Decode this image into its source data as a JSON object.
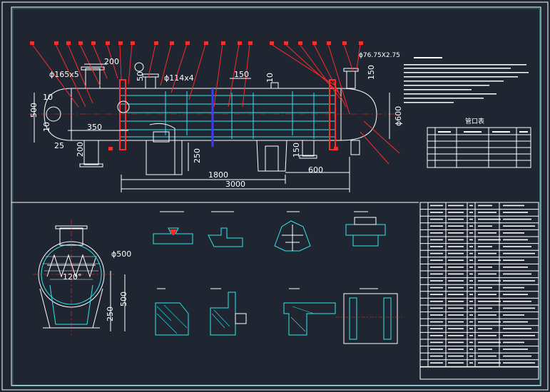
{
  "dims": {
    "d200_top": "200",
    "d165": "ϕ165x5",
    "d114": "ϕ114x4",
    "d150_top": "150",
    "d10_top": "10",
    "d150_nozzle": "150",
    "d76": "ϕ76.75X2.75",
    "d50_left": "50",
    "d10_left": "10",
    "d500_left": "500",
    "d10_inner": "10",
    "d350": "350",
    "d25": "25",
    "d200_low": "200",
    "d250": "250",
    "d1800": "1800",
    "d3000": "3000",
    "d600": "600",
    "d150_low": "150",
    "d600_right": "ϕ600",
    "d500_side": "ϕ500",
    "d120": "120°",
    "d500_h": "500",
    "d250_h": "250"
  },
  "table_title": "管口表"
}
